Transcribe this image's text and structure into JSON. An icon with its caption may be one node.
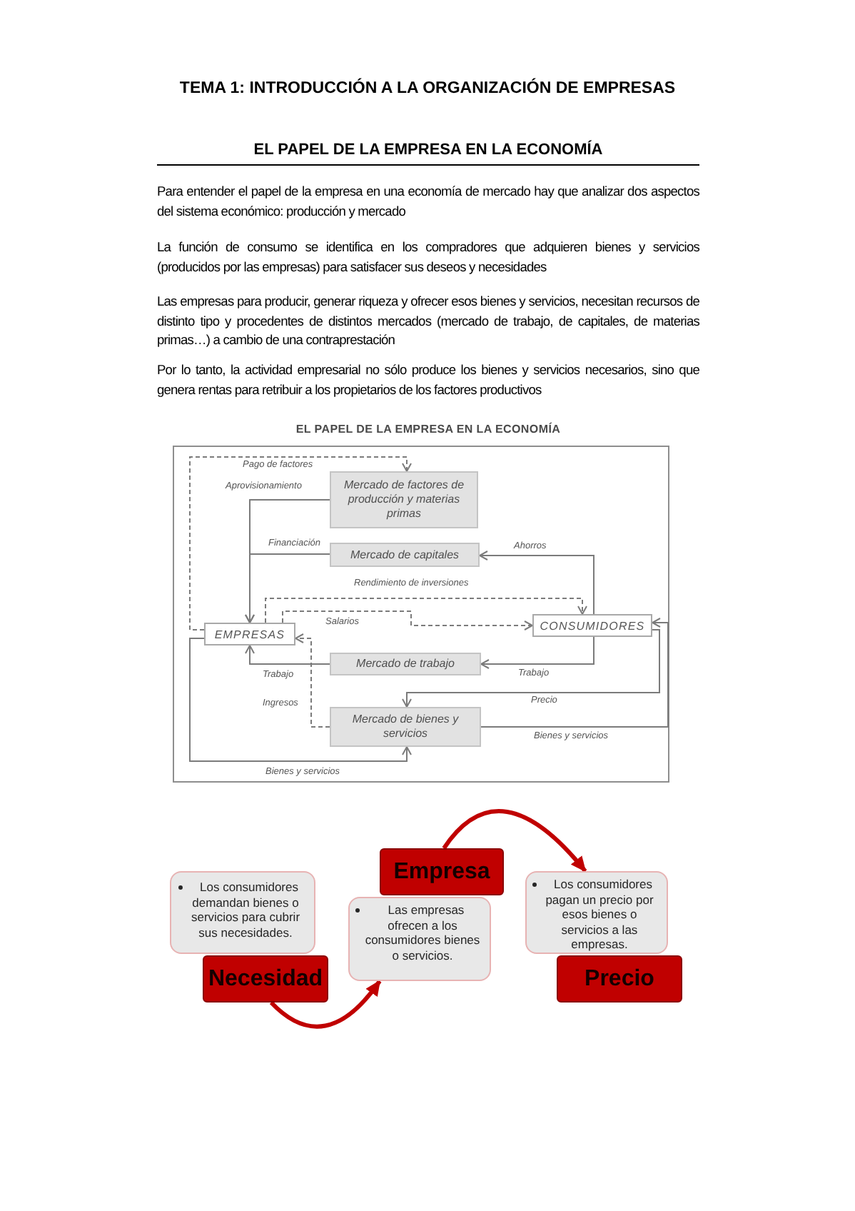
{
  "diagram": {
    "title": "TEMA 1: INTRODUCCIÓN A LA ORGANIZACIÓN DE EMPRESAS",
    "nodes": [
      {
        "text": [],
        "shape": "box"
      },
      {
        "text": [
          "Mercado de factores de producción y materias primas"
        ],
        "in": 0
      },
      {
        "text": [
          "Mercado de capitales"
        ],
        "in": 0
      },
      {
        "text": [
          "EMPRESAS"
        ],
        "in": 0
      },
      {
        "text": [
          "CONSUMIDORES"
        ],
        "in": 0
      },
      {
        "text": [
          "Mercado de trabajo"
        ],
        "in": 0
      },
      {
        "text": [
          "Mercado de bienes y servicios"
        ],
        "in": 0
      },
      {
        "text": [
          "Los consumidores demandan bienes o servicios para cubrir sus necesidades."
        ]
      },
      {
        "text": [
          "Necesidad"
        ]
      },
      {
        "text": [
          "Las empresas ofrecen a los consumidores bienes o servicios."
        ]
      },
      {
        "text": [
          "Empresa"
        ]
      },
      {
        "text": [
          "Los consumidores pagan un precio por esos bienes o servicios a las empresas."
        ]
      },
      {
        "text": [
          "Precio"
        ]
      }
    ],
    "edges": [
      {
        "from": 3,
        "to": 1,
        "arrow": "to",
        "label": "Pago de factores",
        "style": "dashed"
      },
      {
        "from": 1,
        "to": 3,
        "arrow": "to",
        "label": "Aprovisionamiento"
      },
      {
        "from": 2,
        "to": 3,
        "arrow": "to",
        "label": "Financiación"
      },
      {
        "from": 4,
        "to": 2,
        "arrow": "to",
        "label": "Ahorros"
      },
      {
        "from": 3,
        "to": 4,
        "arrow": "to",
        "label": "Rendimiento de inversiones",
        "style": "dashed"
      },
      {
        "from": 3,
        "to": 4,
        "arrow": "to",
        "label": "Salarios",
        "style": "dashed"
      },
      {
        "from": 5,
        "to": 3,
        "arrow": "to",
        "label": "Trabajo"
      },
      {
        "from": 4,
        "to": 5,
        "arrow": "to",
        "label": "Trabajo"
      },
      {
        "from": 6,
        "to": 3,
        "arrow": "to",
        "label": "Ingresos",
        "style": "dashed"
      },
      {
        "from": 4,
        "to": 6,
        "arrow": "to",
        "label": "Precio"
      },
      {
        "from": 3,
        "to": 6,
        "arrow": "to",
        "label": "Bienes y servicios"
      },
      {
        "from": 6,
        "to": 4,
        "arrow": "to",
        "label": "Bienes y servicios"
      },
      {
        "from": 8,
        "to": 9,
        "arrow": "to",
        "style": "thick",
        "color": "#c00000"
      },
      {
        "from": 10,
        "to": 11,
        "arrow": "to",
        "style": "thick",
        "color": "#c00000"
      }
    ],
    "labels": [
      "EL PAPEL DE LA EMPRESA EN LA ECONOMÍA",
      "Para entender el papel de la empresa en una economía de mercado hay que analizar dos aspectos del sistema económico: producción y mercado",
      "La función de consumo se identifica en los compradores que adquieren bienes y servicios (producidos por las empresas) para satisfacer sus deseos y necesidades",
      "Las empresas para producir, generar riqueza y ofrecer esos bienes y servicios, necesitan recursos de distinto tipo y procedentes de distintos mercados (mercado de trabajo, de capitales, de materias primas…) a cambio de una contraprestación",
      "Por lo tanto, la actividad empresarial no sólo produce los bienes y servicios necesarios, sino que genera rentas para retribuir a los propietarios de los factores productivos",
      "EL PAPEL DE LA EMPRESA EN LA ECONOMÍA"
    ]
  }
}
